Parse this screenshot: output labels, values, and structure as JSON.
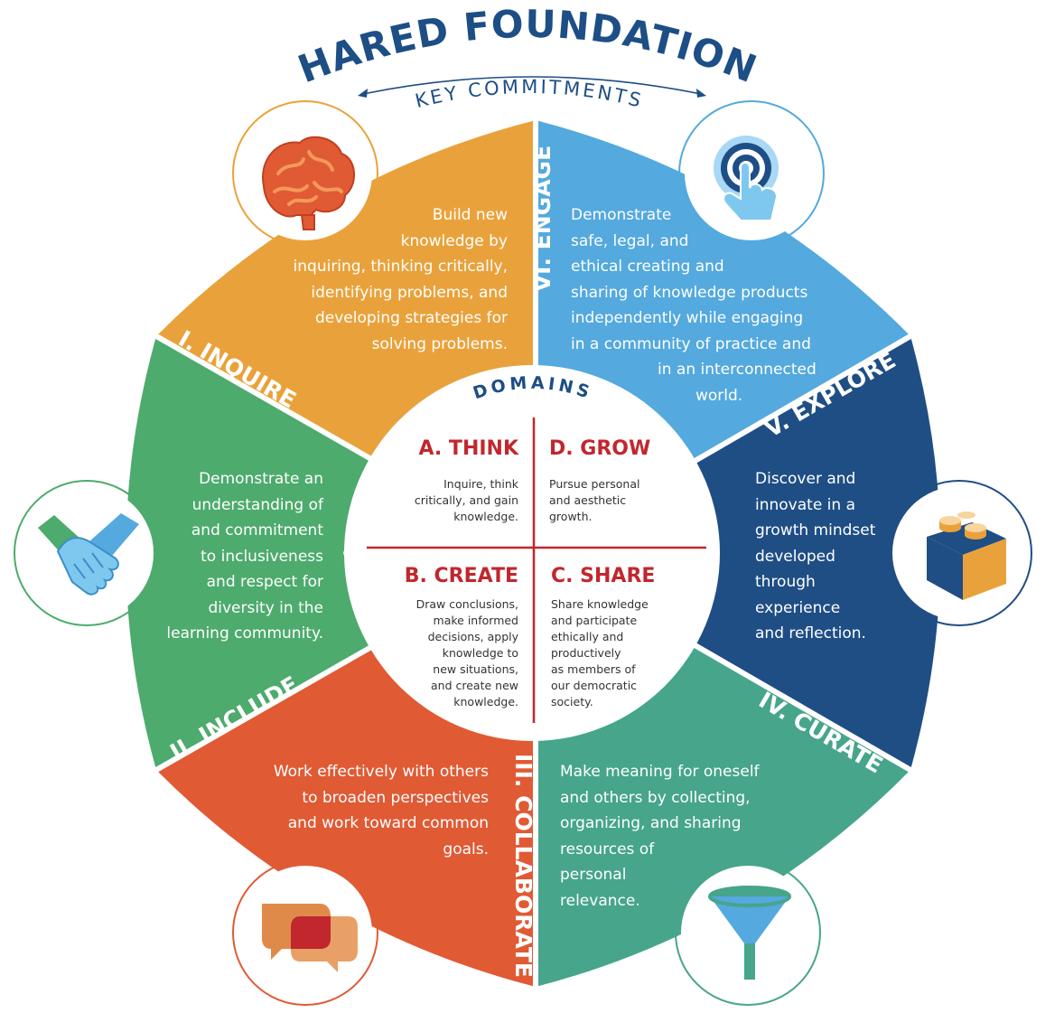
{
  "header": {
    "title": "SHARED FOUNDATIONS",
    "subtitle": "KEY COMMITMENTS"
  },
  "center": {
    "label": "DOMAINS",
    "domains": [
      {
        "title": "A. THINK",
        "text": [
          "Inquire, think",
          "critically, and gain",
          "knowledge."
        ]
      },
      {
        "title": "D. GROW",
        "text": [
          "Pursue personal",
          "and aesthetic",
          "growth."
        ]
      },
      {
        "title": "B. CREATE",
        "text": [
          "Draw conclusions,",
          "make informed",
          "decisions, apply",
          "knowledge to",
          "new situations,",
          "and create new",
          "knowledge."
        ]
      },
      {
        "title": "C. SHARE",
        "text": [
          "Share knowledge",
          "and participate",
          "ethically and",
          "productively",
          "as members of",
          "our democratic",
          "society."
        ]
      }
    ]
  },
  "foundations": [
    {
      "label": "I. INQUIRE",
      "color": "#e9a23b",
      "icon": "brain-icon",
      "text": [
        "Build new",
        "knowledge by",
        "inquiring, thinking critically,",
        "identifying problems, and",
        "developing strategies for",
        "solving problems."
      ]
    },
    {
      "label": "II. INCLUDE",
      "color": "#4dab6d",
      "icon": "handshake-icon",
      "text": [
        "Demonstrate an",
        "understanding of",
        "and commitment",
        "to inclusiveness",
        "and respect for",
        "diversity in the",
        "learning community."
      ]
    },
    {
      "label": "III. COLLABORATE",
      "color": "#e05a34",
      "icon": "speech-bubbles-icon",
      "text": [
        "Work effectively with others",
        "to broaden perspectives",
        "and work toward common",
        "goals."
      ]
    },
    {
      "label": "IV. CURATE",
      "color": "#46a58a",
      "icon": "funnel-icon",
      "text": [
        "Make meaning for oneself",
        "and others by collecting,",
        "organizing, and sharing",
        "resources of",
        "personal",
        "relevance."
      ]
    },
    {
      "label": "V. EXPLORE",
      "color": "#1f4e85",
      "icon": "building-block-icon",
      "text": [
        "Discover and",
        "innovate in a",
        "growth mindset",
        "developed",
        "through",
        "experience",
        "and reflection."
      ]
    },
    {
      "label": "VI. ENGAGE",
      "color": "#54a9de",
      "icon": "touch-icon",
      "text": [
        "Demonstrate",
        "safe, legal, and",
        "ethical creating and",
        "sharing of knowledge products",
        "independently while engaging",
        "in a community of practice and",
        "in an interconnected",
        "world."
      ]
    }
  ],
  "colors": {
    "title": "#1d4e85",
    "domain_title": "#c1272d",
    "divider": "#c1272d"
  }
}
